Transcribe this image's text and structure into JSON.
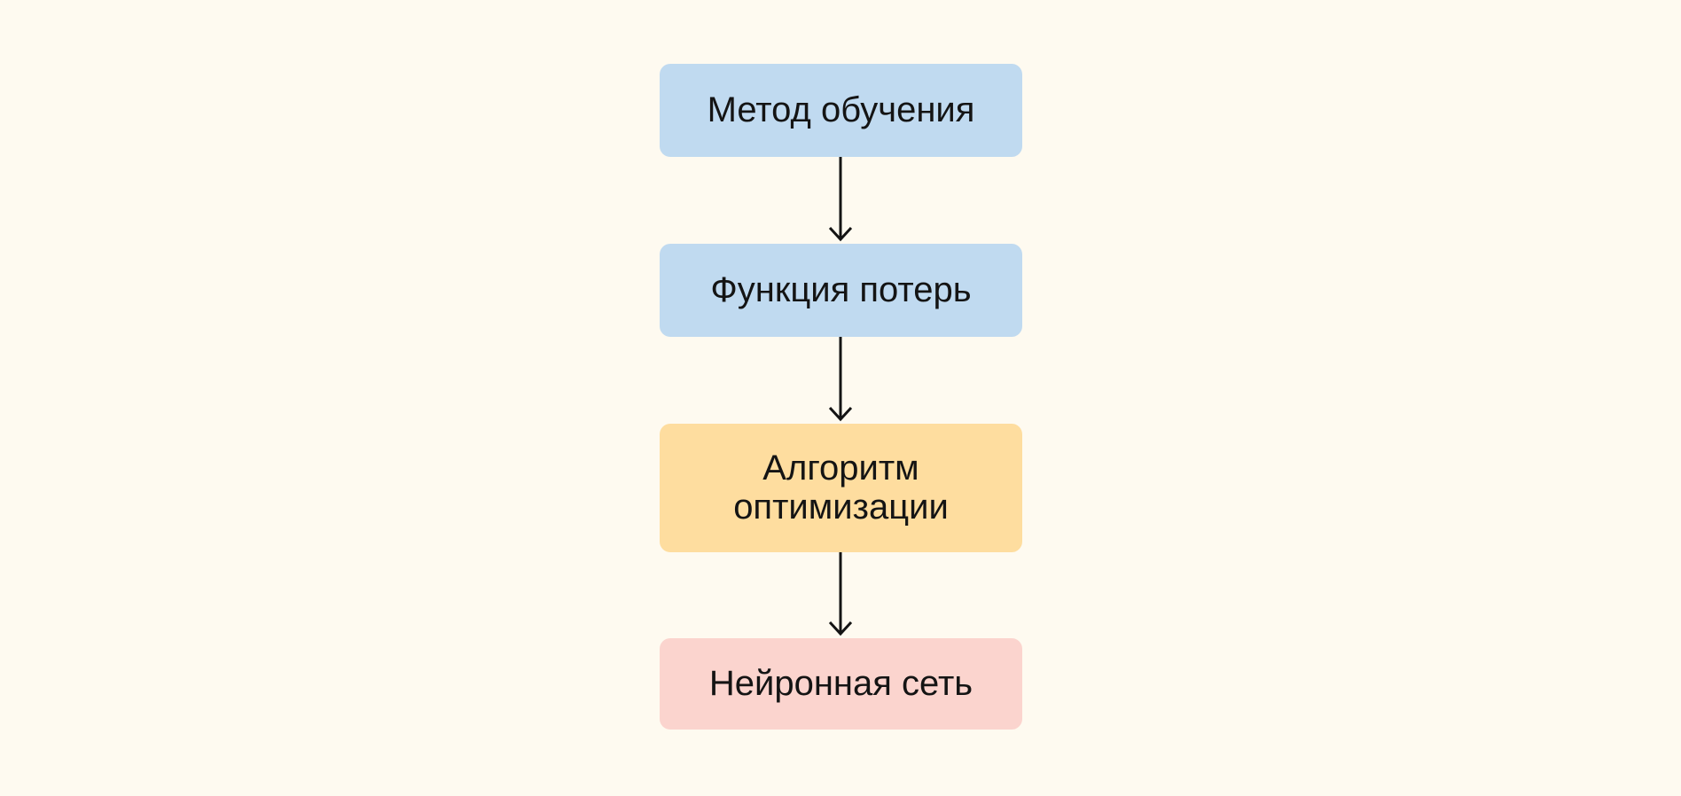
{
  "diagram": {
    "colors": {
      "background": "#fefaf0",
      "blue": "#c0daf0",
      "orange": "#fedd9f",
      "pink": "#fbd4ce",
      "arrow": "#141414"
    },
    "nodes": [
      {
        "id": "n1",
        "label": "Метод обучения",
        "color": "#c0daf0"
      },
      {
        "id": "n2",
        "label": "Функция потерь",
        "color": "#c0daf0"
      },
      {
        "id": "n3",
        "label": "Алгоритм оптимизации",
        "color": "#fedd9f"
      },
      {
        "id": "n4",
        "label": "Нейронная сеть",
        "color": "#fbd4ce"
      }
    ],
    "edges": [
      {
        "from": "n1",
        "to": "n2"
      },
      {
        "from": "n2",
        "to": "n3"
      },
      {
        "from": "n3",
        "to": "n4"
      }
    ]
  }
}
